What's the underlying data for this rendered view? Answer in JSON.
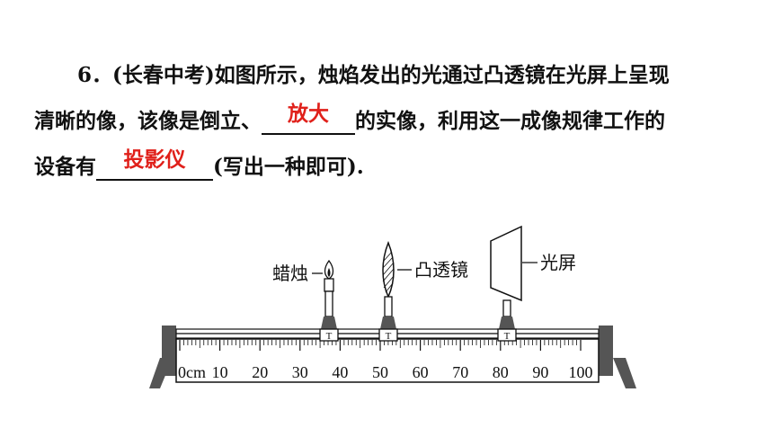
{
  "question": {
    "number": "6",
    "source": "(长春中考)",
    "line1_text": "如图所示，烛焰发出的光通过凸透镜在光屏上呈现",
    "line2_before": "清晰的像，该像是倒立、",
    "answer1": "放大",
    "line2_after": "的实像，利用这一成像规律工作的",
    "line3_before": "设备有",
    "answer2": "投影仪",
    "line3_after": "(写出一种即可)."
  },
  "figure": {
    "labels": {
      "candle": "蜡烛",
      "lens": "凸透镜",
      "screen": "光屏"
    },
    "ruler": {
      "unit": "cm",
      "ticks": [
        "0",
        "10",
        "20",
        "30",
        "40",
        "50",
        "60",
        "70",
        "80",
        "90",
        "100"
      ]
    },
    "positions_cm": {
      "candle": 35,
      "lens": 50,
      "screen": 80
    },
    "colors": {
      "answer": "#e0201a",
      "ink": "#111111",
      "frame": "#555555"
    }
  }
}
